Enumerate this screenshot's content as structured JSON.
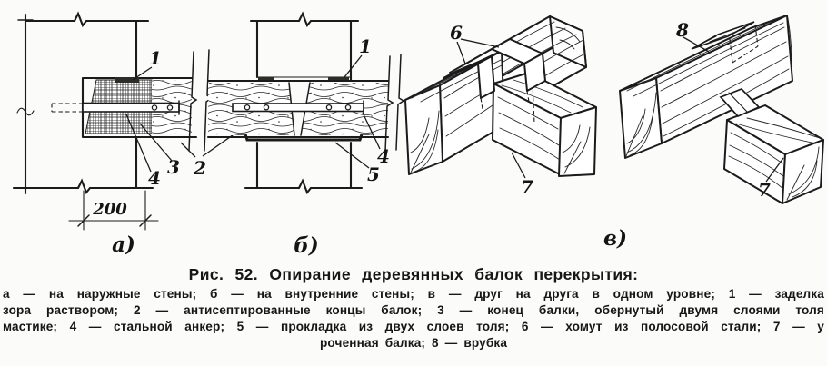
{
  "figure": {
    "title": "Рис. 52. Опирание деревянных балок перекрытия:",
    "legend_lines": [
      "а — на наружные стены; б — на внутренние стены; в — друг на друга в одном уровне; 1 — заделка",
      "зора раствором; 2 — антисептированные концы балок; 3 — конец балки, обернутый двумя слоями толя",
      "мастике; 4 — стальной анкер; 5 — прокладка из двух слоев толя; 6 — хомут из полосовой стали; 7 — у",
      "роченная балка; 8 — врубка"
    ],
    "view_labels": {
      "a": "а)",
      "b": "б)",
      "v": "в)"
    },
    "dimension": "200",
    "callouts": {
      "a1": "1",
      "a2": "2",
      "a3": "3",
      "a4": "4",
      "b1": "1",
      "b4": "4",
      "b5": "5",
      "v6": "6",
      "v7": "7",
      "g8": "8",
      "g7": "7"
    },
    "ink_color": "#1b1b1b",
    "paper_color": "#fbfbf9"
  }
}
